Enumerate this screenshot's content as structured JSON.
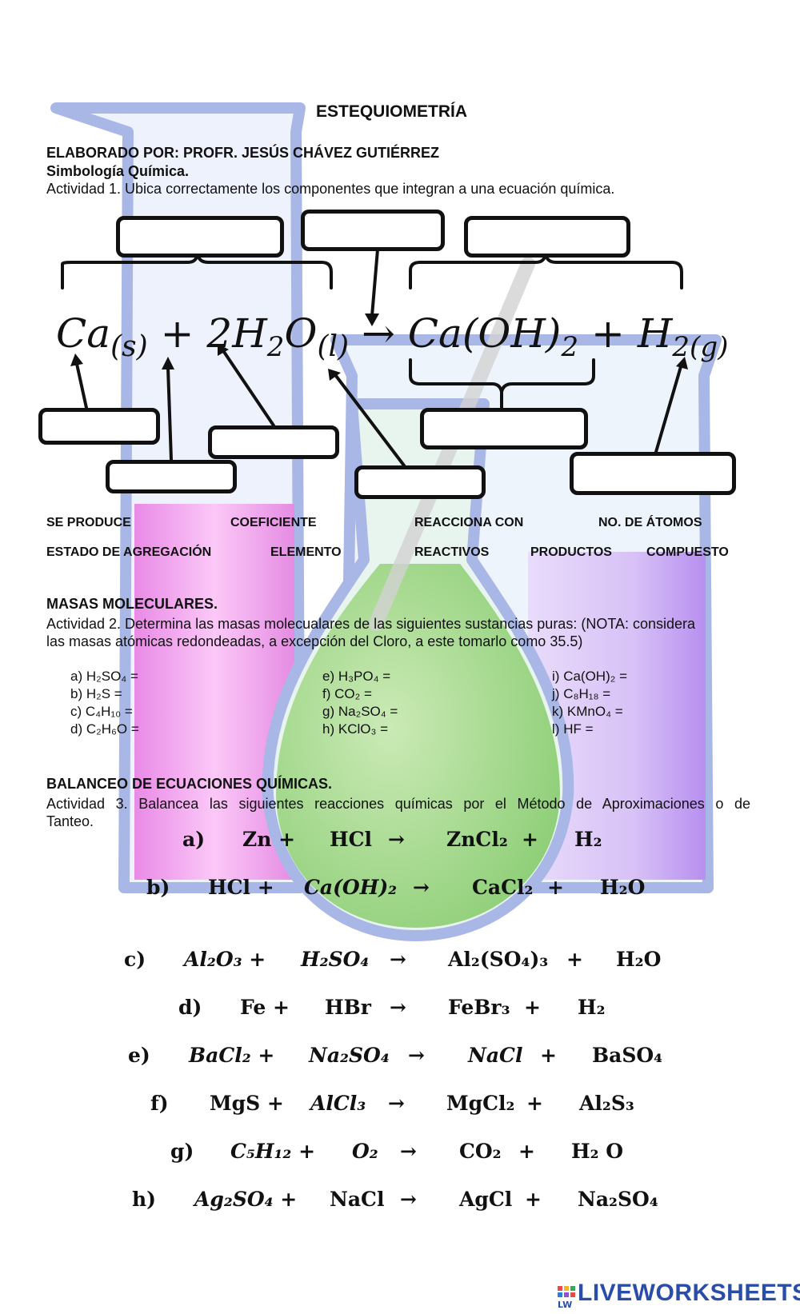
{
  "header": {
    "title": "ESTEQUIOMETRÍA",
    "author": "ELABORADO POR: PROFR. JESÚS CHÁVEZ GUTIÉRREZ",
    "section1": "Simbología Química.",
    "activity1": "Actividad 1. Ubica correctamente los componentes que integran a una ecuación química."
  },
  "reaction": {
    "ca": "Ca",
    "ca_state": "(s)",
    "plus1": "+",
    "coef": "2",
    "h": "H",
    "h_sub": "2",
    "o": "O",
    "o_state": "(l)",
    "arrow": "→",
    "product1": "Ca(OH)",
    "product1_sub": "2",
    "plus2": "+",
    "h2": "H",
    "h2_sub": "2(g)"
  },
  "word_bank": {
    "row1": [
      "SE PRODUCE",
      "COEFICIENTE",
      "REACCIONA CON",
      "NO. DE ÁTOMOS"
    ],
    "row2": [
      "ESTADO DE AGREGACIÓN",
      "ELEMENTO",
      "REACTIVOS",
      "PRODUCTOS",
      "COMPUESTO"
    ]
  },
  "masses": {
    "heading": "MASAS MOLECULARES.",
    "instructions_line1": "Actividad 2. Determina las masas molecualares de las siguientes sustancias puras: (NOTA: considera",
    "instructions_line2": "las masas atómicas redondeadas, a excepción del Cloro, a este tomarlo como 35.5)",
    "items": [
      {
        "label": "a)",
        "formula": "H₂SO₄ ="
      },
      {
        "label": "b)",
        "formula": "H₂S ="
      },
      {
        "label": "c)",
        "formula": "C₄H₁₀ ="
      },
      {
        "label": "d)",
        "formula": "C₂H₆O ="
      },
      {
        "label": "e)",
        "formula": "H₃PO₄ ="
      },
      {
        "label": "f)",
        "formula": "CO₂ ="
      },
      {
        "label": "g)",
        "formula": "Na₂SO₄ ="
      },
      {
        "label": "h)",
        "formula": "KClO₃ ="
      },
      {
        "label": "i)",
        "formula": "Ca(OH)₂ ="
      },
      {
        "label": "j)",
        "formula": "C₈H₁₈ ="
      },
      {
        "label": "k)",
        "formula": "KMnO₄ ="
      },
      {
        "label": "l)",
        "formula": "HF ="
      }
    ]
  },
  "balance": {
    "heading": "BALANCEO DE ECUACIONES QUÍMICAS.",
    "instructions_line1": "Actividad 3. Balancea las siguientes reacciones químicas por el Método de Aproximaciones o de",
    "instructions_line2": "Tanteo.",
    "equations": [
      {
        "label": "a)",
        "r1": "Zn +",
        "r2": "HCl",
        "arrow": "→",
        "p1": "ZnCl₂",
        "plus": "+",
        "p2": "H₂"
      },
      {
        "label": "b)",
        "r1": "HCl +",
        "r2": "Ca(OH)₂",
        "arrow": "→",
        "p1": "CaCl₂",
        "plus": "+",
        "p2": "H₂O"
      },
      {
        "label": "c)",
        "r1": "Al₂O₃ +",
        "r2": "H₂SO₄",
        "arrow": "→",
        "p1": "Al₂(SO₄)₃",
        "plus": "+",
        "p2": "H₂O"
      },
      {
        "label": "d)",
        "r1": "Fe +",
        "r2": "HBr",
        "arrow": "→",
        "p1": "FeBr₃",
        "plus": "+",
        "p2": "H₂"
      },
      {
        "label": "e)",
        "r1": "BaCl₂ +",
        "r2": "Na₂SO₄",
        "arrow": "→",
        "p1": "NaCl",
        "plus": "+",
        "p2": "BaSO₄"
      },
      {
        "label": "f)",
        "r1": "MgS +",
        "r2": "AlCl₃",
        "arrow": "→",
        "p1": "MgCl₂",
        "plus": "+",
        "p2": "Al₂S₃"
      },
      {
        "label": "g)",
        "r1": "C₅H₁₂ +",
        "r2": "O₂",
        "arrow": "→",
        "p1": "CO₂",
        "plus": "+",
        "p2": "H₂ O"
      },
      {
        "label": "h)",
        "r1": "Ag₂SO₄ +",
        "r2": "NaCl",
        "arrow": "→",
        "p1": "AgCl",
        "plus": "+",
        "p2": "Na₂SO₄"
      }
    ]
  },
  "footer": {
    "brand": "LIVEWORKSHEETS",
    "logo_letters": "LW"
  },
  "colors": {
    "glass_outline": "#a9b7e6",
    "pink_liquid": "#f08ef0",
    "green_liquid": "#a6d98a",
    "purple_liquid": "#c9a6ee",
    "logo_blue": "#2a4da8"
  }
}
